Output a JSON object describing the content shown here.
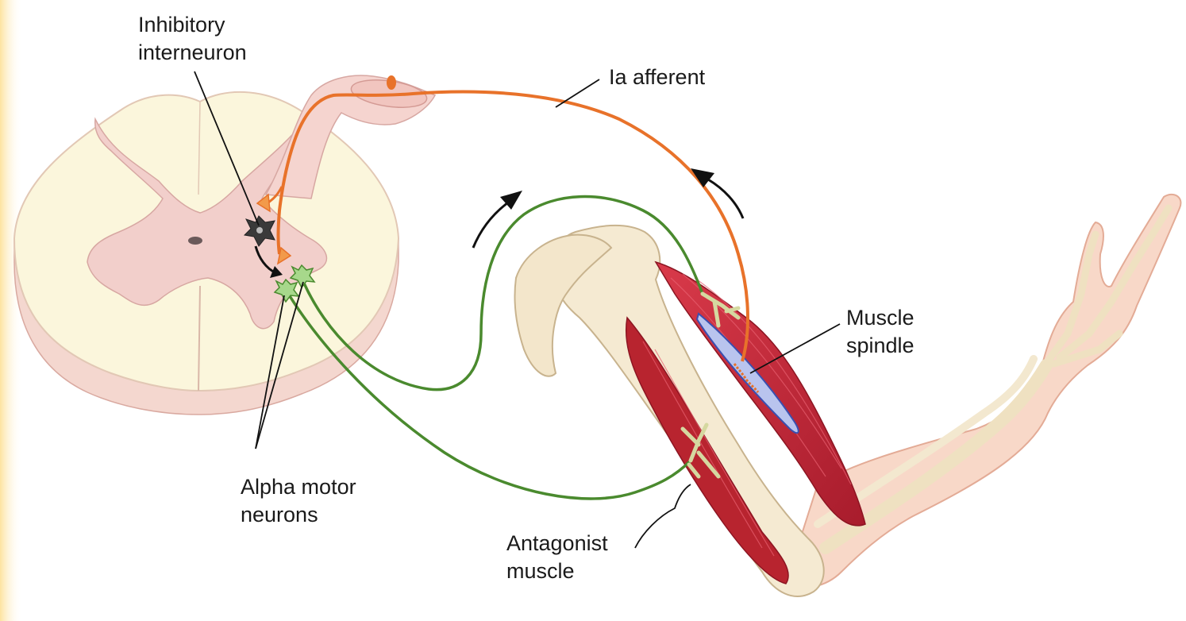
{
  "labels": {
    "inhibitory_interneuron": [
      "Inhibitory",
      "interneuron"
    ],
    "ia_afferent": "Ia afferent",
    "muscle_spindle": [
      "Muscle",
      "spindle"
    ],
    "alpha_motor_neurons": [
      "Alpha motor",
      "neurons"
    ],
    "antagonist_muscle": [
      "Antagonist",
      "muscle"
    ]
  },
  "colors": {
    "afferent_fiber": "#e8722a",
    "motor_fiber": "#4a8a2e",
    "grey_matter": "#f2c9c4",
    "white_matter": "#fbf5d8",
    "muscle": "#c8283a",
    "bone": "#f3e8cf",
    "skin": "#f7d6c6",
    "interneuron": "#3a3a3a",
    "border_glow": "#fde8a8"
  }
}
